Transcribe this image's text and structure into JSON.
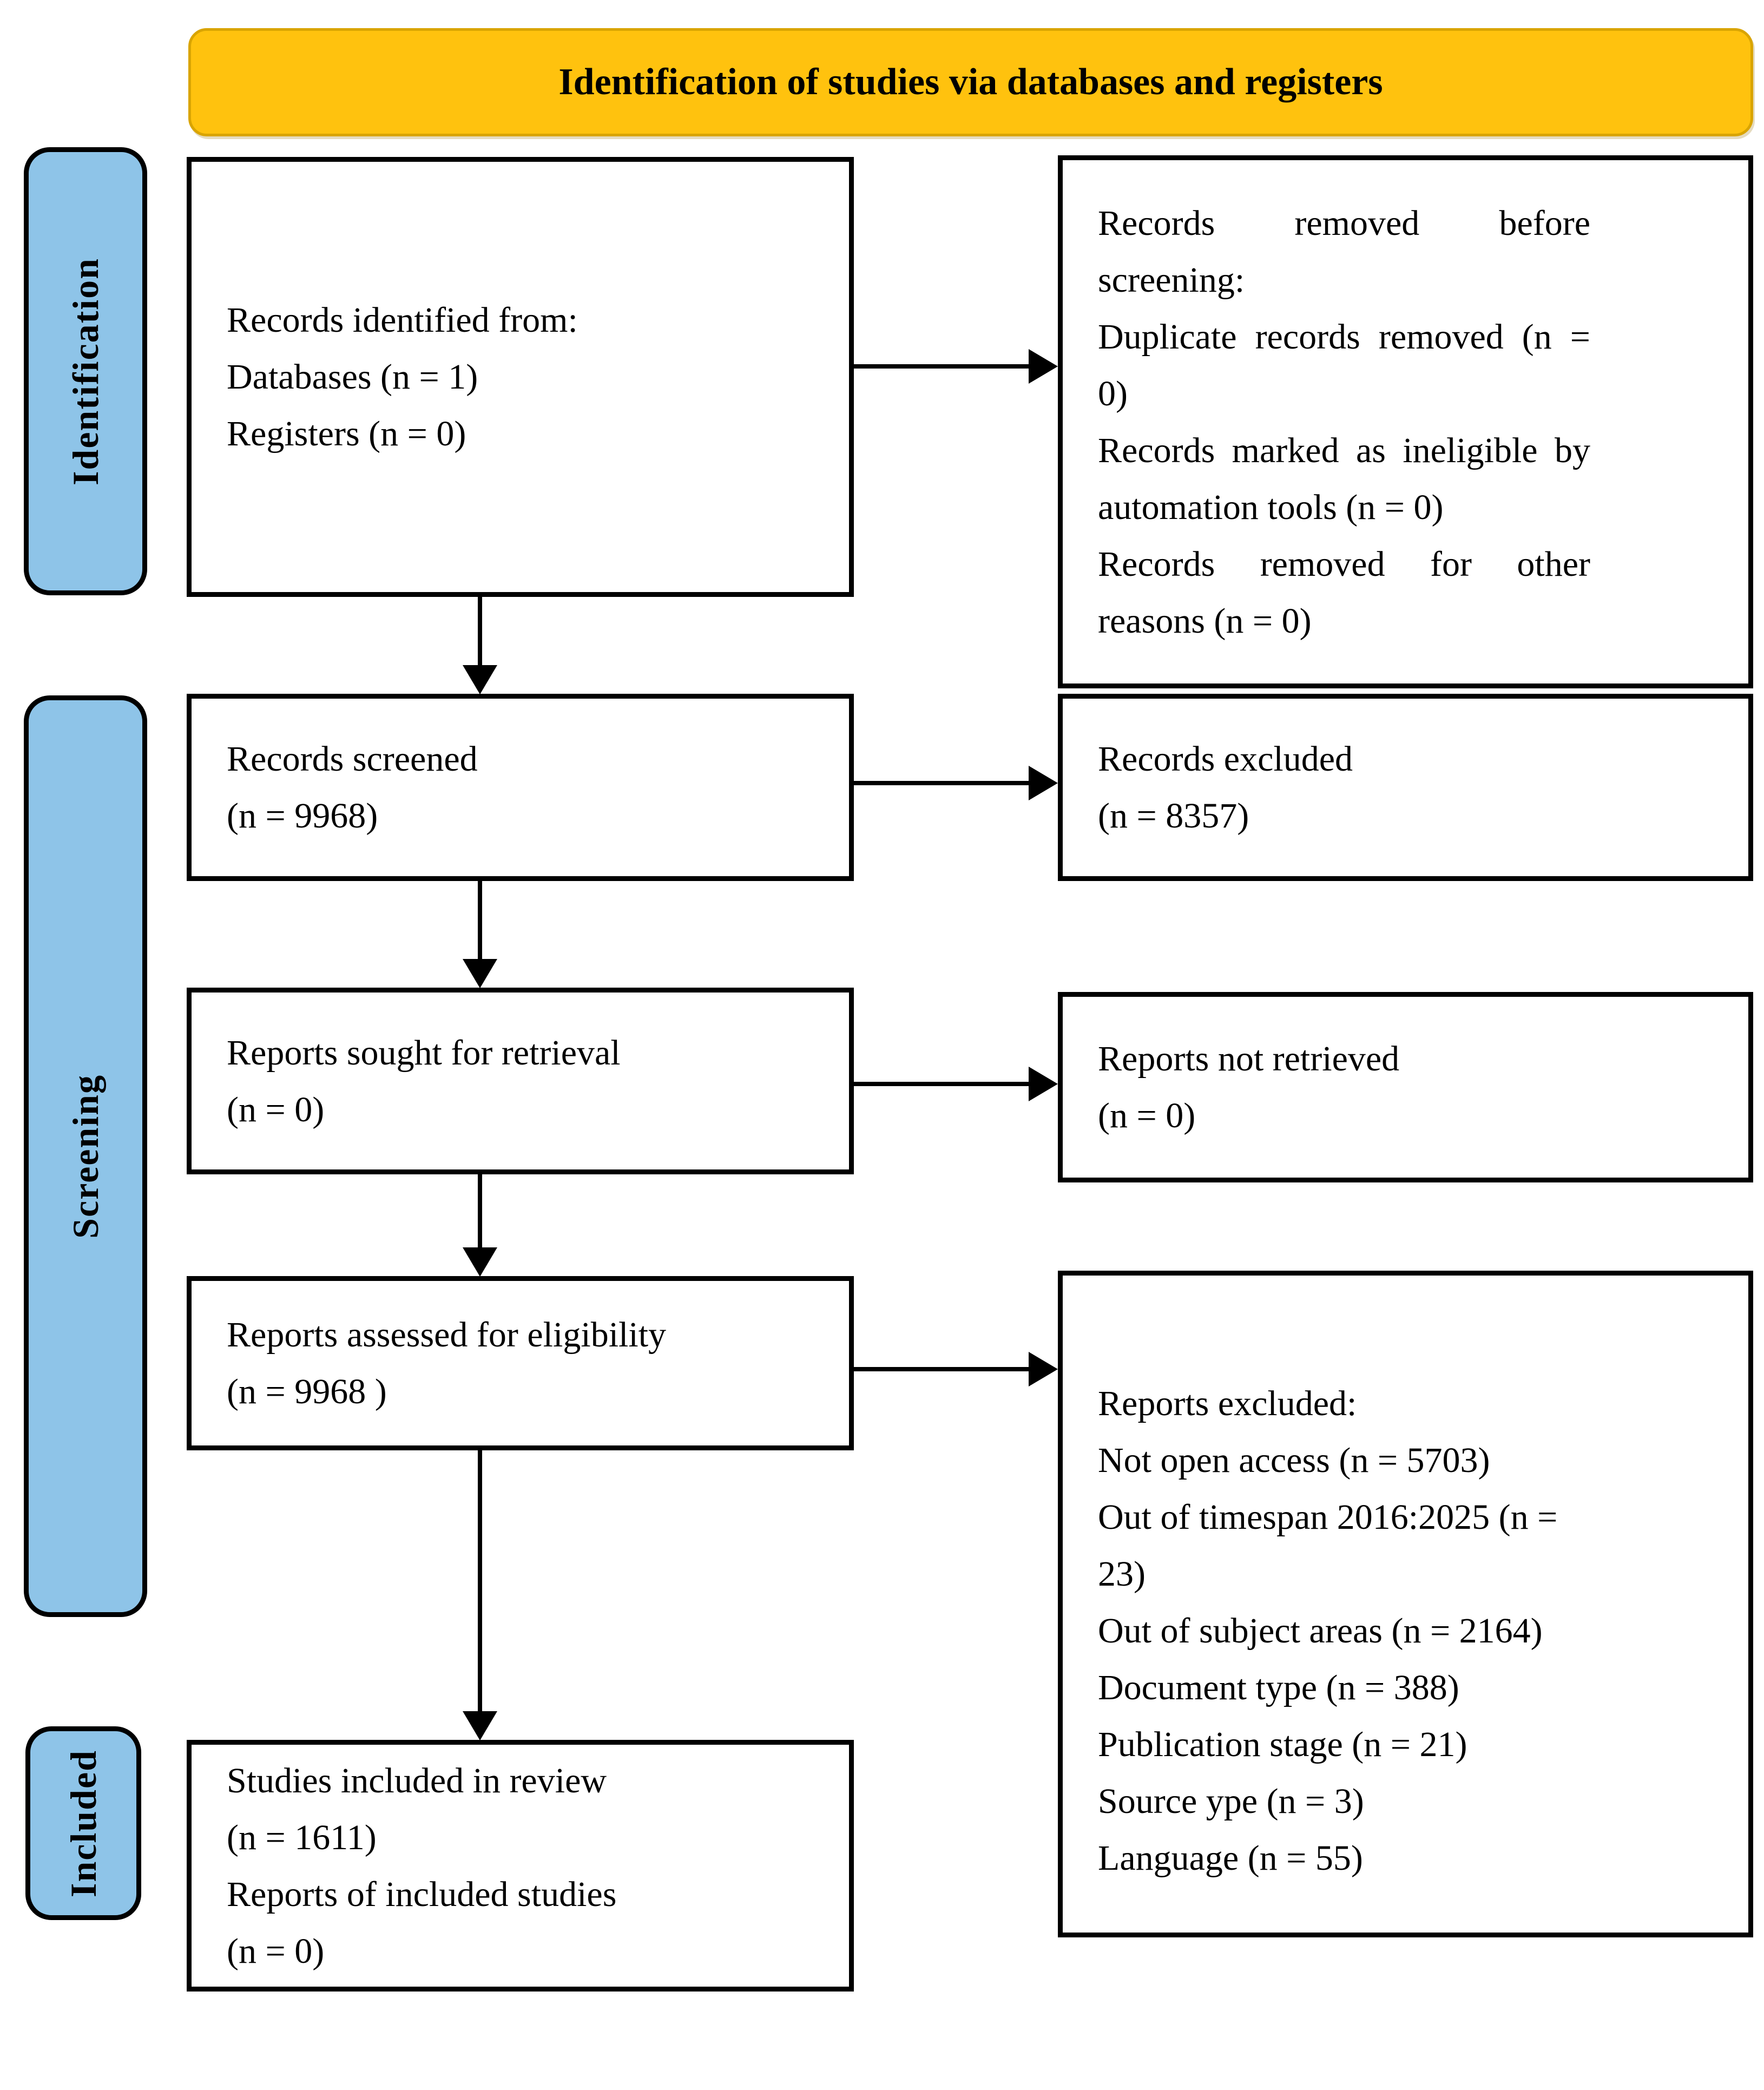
{
  "header": {
    "title": "Identification of studies via databases and registers"
  },
  "colors": {
    "banner_fill": "#FFC20E",
    "banner_border": "#D9A400",
    "stage_fill": "#8EC4E8",
    "box_border": "#000000",
    "text": "#000000"
  },
  "stages": {
    "identification": "Identification",
    "screening": "Screening",
    "included": "Included"
  },
  "boxes": {
    "identified": {
      "line1": "Records identified from:",
      "line2": "Databases (n = 1)",
      "line3": "Registers (n = 0)"
    },
    "removed_before": {
      "intro": "Records removed before screening:",
      "item1": "Duplicate records removed (n = 0)",
      "item2": "Records marked as ineligible by automation tools (n = 0)",
      "item3": "Records removed for other reasons (n = 0)"
    },
    "screened": {
      "line1": "Records screened",
      "line2": "(n = 9968)"
    },
    "records_excluded": {
      "line1": "Records excluded",
      "line2": "(n = 8357)"
    },
    "sought": {
      "line1": "Reports sought for retrieval",
      "line2": "(n = 0)"
    },
    "not_retrieved": {
      "line1": "Reports not retrieved",
      "line2": "(n = 0)"
    },
    "assessed": {
      "line1": "Reports assessed for eligibility",
      "line2": "(n = 9968 )"
    },
    "reports_excluded": {
      "intro": "Reports excluded:",
      "item1": "Not open access (n = 5703)",
      "item2": "Out of timespan 2016:2025 (n = 23)",
      "item3": "Out of subject areas (n = 2164)",
      "item4": "Document type (n = 388)",
      "item5": "Publication stage (n = 21)",
      "item6": "Source ype (n = 3)",
      "item7": "Language (n = 55)"
    },
    "included": {
      "line1": "Studies included in review",
      "line2": "(n = 1611)",
      "line3": "Reports of included studies",
      "line4": "(n = 0)"
    }
  }
}
